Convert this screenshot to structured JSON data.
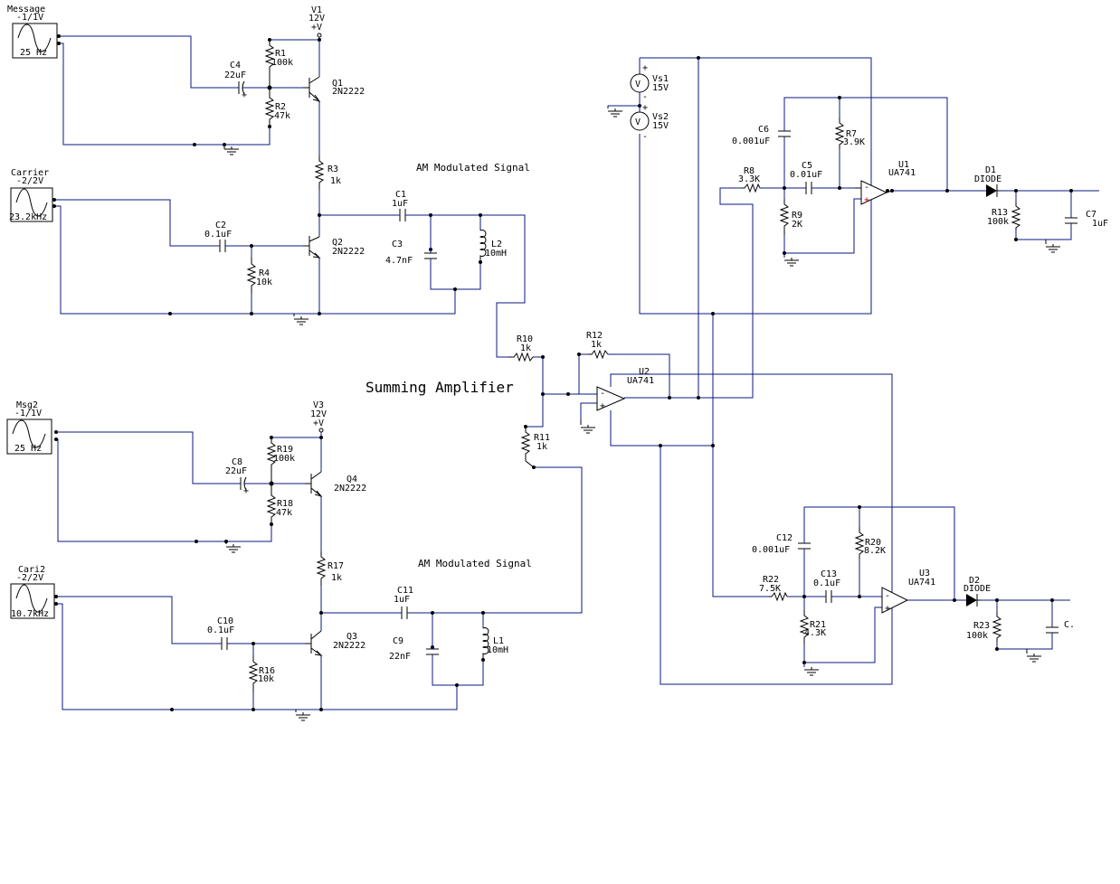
{
  "title_am_1": "AM Modulated Signal",
  "title_am_2": "AM Modulated Signal",
  "title_summing": "Summing Amplifier",
  "sources": {
    "message": {
      "name": "Message",
      "range": "-1/1V",
      "freq": "25 Hz"
    },
    "carrier": {
      "name": "Carrier",
      "range": "-2/2V",
      "freq": "23.2kHz"
    },
    "msg2": {
      "name": "Msg2",
      "range": "-1/1V",
      "freq": "25 Hz"
    },
    "cari2": {
      "name": "Cari2",
      "range": "-2/2V",
      "freq": "10.7kHz"
    }
  },
  "supplies": {
    "v1": {
      "name": "V1",
      "value": "12V",
      "sym": "+V"
    },
    "v3": {
      "name": "V3",
      "value": "12V",
      "sym": "+V"
    },
    "vs1": {
      "name": "Vs1",
      "value": "15V"
    },
    "vs2": {
      "name": "Vs2",
      "value": "15V"
    }
  },
  "components": {
    "r1": {
      "name": "R1",
      "value": "100k"
    },
    "r2": {
      "name": "R2",
      "value": "47k"
    },
    "r3": {
      "name": "R3",
      "value": "1k"
    },
    "r4": {
      "name": "R4",
      "value": "10k"
    },
    "c1": {
      "name": "C1",
      "value": "1uF"
    },
    "c2": {
      "name": "C2",
      "value": "0.1uF"
    },
    "c3": {
      "name": "C3",
      "value": "4.7nF"
    },
    "c4": {
      "name": "C4",
      "value": "22uF"
    },
    "l2": {
      "name": "L2",
      "value": "10mH"
    },
    "q1": {
      "name": "Q1",
      "value": "2N2222"
    },
    "q2": {
      "name": "Q2",
      "value": "2N2222"
    },
    "r10": {
      "name": "R10",
      "value": "1k"
    },
    "r11": {
      "name": "R11",
      "value": "1k"
    },
    "r12": {
      "name": "R12",
      "value": "1k"
    },
    "u2": {
      "name": "U2",
      "value": "UA741"
    },
    "r19": {
      "name": "R19",
      "value": "100k"
    },
    "r18": {
      "name": "R18",
      "value": "47k"
    },
    "r17": {
      "name": "R17",
      "value": "1k"
    },
    "r16": {
      "name": "R16",
      "value": "10k"
    },
    "c8": {
      "name": "C8",
      "value": "22uF"
    },
    "c10": {
      "name": "C10",
      "value": "0.1uF"
    },
    "c11": {
      "name": "C11",
      "value": "1uF"
    },
    "c9": {
      "name": "C9",
      "value": "22nF"
    },
    "l1": {
      "name": "L1",
      "value": "10mH"
    },
    "q4": {
      "name": "Q4",
      "value": "2N2222"
    },
    "q3": {
      "name": "Q3",
      "value": "2N2222"
    },
    "c6": {
      "name": "C6",
      "value": "0.001uF"
    },
    "r7": {
      "name": "R7",
      "value": "3.9K"
    },
    "r8": {
      "name": "R8",
      "value": "3.3K"
    },
    "c5": {
      "name": "C5",
      "value": "0.01uF"
    },
    "r9": {
      "name": "R9",
      "value": "2K"
    },
    "u1": {
      "name": "U1",
      "value": "UA741"
    },
    "d1": {
      "name": "D1",
      "value": "DIODE"
    },
    "r13": {
      "name": "R13",
      "value": "100k"
    },
    "c7": {
      "name": "C7",
      "value": "1uF"
    },
    "c12": {
      "name": "C12",
      "value": "0.001uF"
    },
    "r20": {
      "name": "R20",
      "value": "8.2K"
    },
    "r22": {
      "name": "R22",
      "value": "7.5K"
    },
    "c13": {
      "name": "C13",
      "value": "0.1uF"
    },
    "r21": {
      "name": "R21",
      "value": "4.3K"
    },
    "u3": {
      "name": "U3",
      "value": "UA741"
    },
    "d2": {
      "name": "D2",
      "value": "DIODE"
    },
    "r23": {
      "name": "R23",
      "value": "100k"
    },
    "c_out2": {
      "name": "C."
    }
  }
}
